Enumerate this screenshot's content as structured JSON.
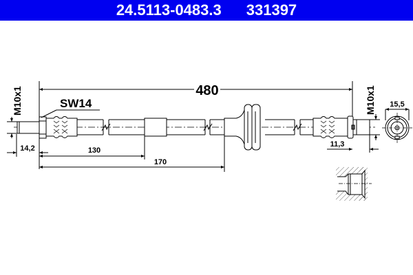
{
  "header": {
    "part_number": "24.5113-0483.3",
    "ref_number": "331397",
    "background_color": "#0000f0",
    "text_color": "#ffffff"
  },
  "drawing": {
    "subject": "brake-hose",
    "dimensions": {
      "total_length": "480",
      "left_thread": "M10x1",
      "right_thread": "M10x1",
      "wrench_size": "SW14",
      "left_fitting_length": "14,2",
      "to_sleeve": "130",
      "to_grommet": "170",
      "right_fitting_length": "11,3",
      "end_view_diameter": "15,5"
    }
  }
}
